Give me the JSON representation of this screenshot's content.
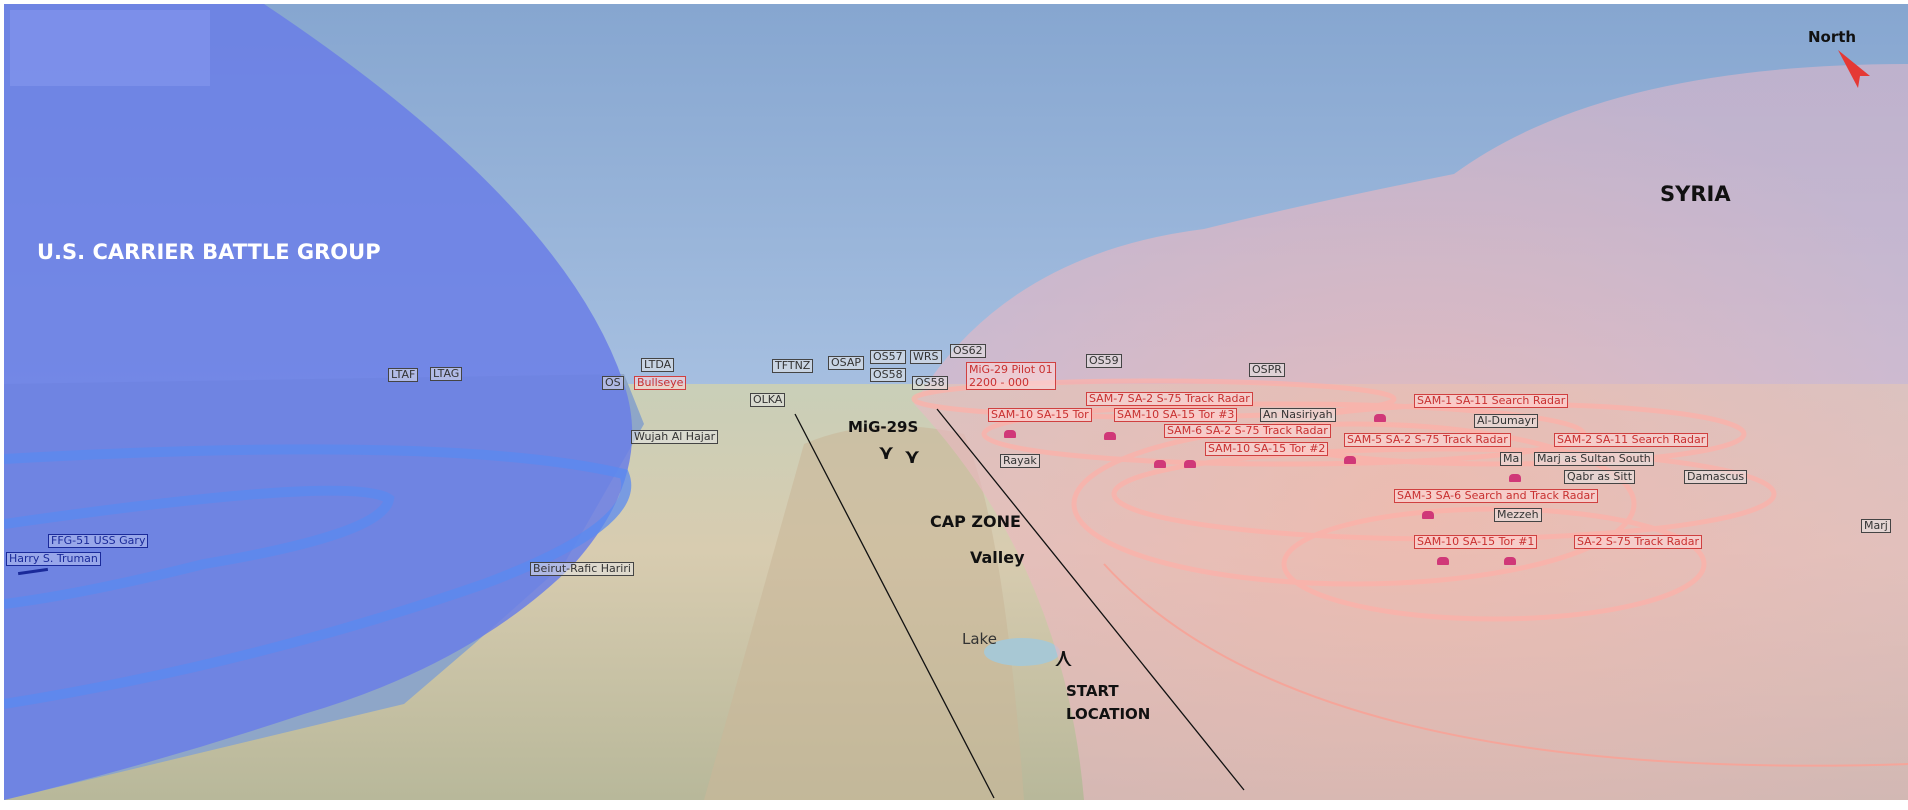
{
  "annotations": {
    "carrier_group": "U.S. CARRIER BATTLE GROUP",
    "syria": "SYRIA",
    "north": "North",
    "mig": "MiG-29S",
    "cap_zone": "CAP ZONE",
    "valley": "Valley",
    "lake": "Lake",
    "start_line1": "START",
    "start_line2": "LOCATION"
  },
  "labels": {
    "ltaf": "LTAF",
    "ltag": "LTAG",
    "ltda": "LTDA",
    "os": "OS",
    "bullseye": "Bullseye",
    "olka": "OLKA",
    "wujah": "Wujah Al Hajar",
    "tftnz": "TFTNZ",
    "osap": "OSAP",
    "os57": "OS57",
    "os58": "OS58",
    "wrs": "WRS",
    "os62": "OS62",
    "os59": "OS59",
    "os58b": "OS58",
    "mig_pilot": "MiG-29 Pilot 01",
    "mig_alt": "2200 - 000",
    "ospr": "OSPR",
    "rayak": "Rayak",
    "beirut": "Beirut-Rafic Hariri",
    "an_nasiriyah": "An Nasiriyah",
    "al_dumayr": "Al-Dumayr",
    "marj_south": "Marj as Sultan South",
    "ma": "Ma",
    "damascus": "Damascus",
    "qabr": "Qabr as Sitt",
    "mezzeh": "Mezzeh",
    "marj": "Marj",
    "ffg51": "FFG-51 USS Gary",
    "truman": "Harry S. Truman"
  },
  "sams": [
    "SAM-7 SA-2 S-75 Track Radar",
    "SAM-10 SA-15 Tor",
    "SAM-10 SA-15 Tor #3",
    "SAM-6 SA-2 S-75 Track Radar",
    "SAM-10 SA-15 Tor #2",
    "SAM-1 SA-11 Search Radar",
    "SAM-5 SA-2 S-75 Track Radar",
    "SAM-2 SA-11 Search Radar",
    "SAM-3 SA-6 Search and Track Radar",
    "SAM-10 SA-15 Tor #1",
    "SA-2 S-75 Track Radar"
  ],
  "colors": {
    "threat": "#f08080",
    "friendly": "#5a6ee0",
    "north_arrow": "#e53935"
  }
}
